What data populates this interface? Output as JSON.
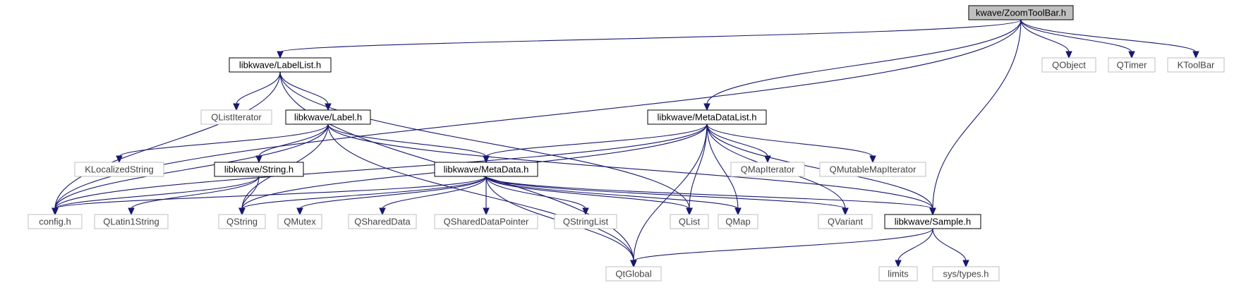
{
  "colors": {
    "edge": "#191970",
    "root_fill": "#bfbfbf",
    "external_border": "#bfbfbf"
  },
  "nodes": {
    "zoomtoolbar": {
      "label": "kwave/ZoomToolBar.h"
    },
    "labellist": {
      "label": "libkwave/LabelList.h"
    },
    "qobject": {
      "label": "QObject"
    },
    "qtimer": {
      "label": "QTimer"
    },
    "ktoolbar": {
      "label": "KToolBar"
    },
    "qlistiterator": {
      "label": "QListIterator"
    },
    "label": {
      "label": "libkwave/Label.h"
    },
    "metadatalist": {
      "label": "libkwave/MetaDataList.h"
    },
    "klocalizedstring": {
      "label": "KLocalizedString"
    },
    "string": {
      "label": "libkwave/String.h"
    },
    "metadata": {
      "label": "libkwave/MetaData.h"
    },
    "qmapiterator": {
      "label": "QMapIterator"
    },
    "qmutablemapiterator": {
      "label": "QMutableMapIterator"
    },
    "config": {
      "label": "config.h"
    },
    "qlatin1string": {
      "label": "QLatin1String"
    },
    "qstring": {
      "label": "QString"
    },
    "qmutex": {
      "label": "QMutex"
    },
    "qshareddata": {
      "label": "QSharedData"
    },
    "qshareddatapointer": {
      "label": "QSharedDataPointer"
    },
    "qstringlist": {
      "label": "QStringList"
    },
    "qlist": {
      "label": "QList"
    },
    "qmap": {
      "label": "QMap"
    },
    "qvariant": {
      "label": "QVariant"
    },
    "sample": {
      "label": "libkwave/Sample.h"
    },
    "qtglobal": {
      "label": "QtGlobal"
    },
    "limits": {
      "label": "limits"
    },
    "systypes": {
      "label": "sys/types.h"
    }
  },
  "edges": [
    [
      "zoomtoolbar",
      "labellist"
    ],
    [
      "zoomtoolbar",
      "config"
    ],
    [
      "zoomtoolbar",
      "metadatalist"
    ],
    [
      "zoomtoolbar",
      "sample"
    ],
    [
      "zoomtoolbar",
      "qobject"
    ],
    [
      "zoomtoolbar",
      "qtimer"
    ],
    [
      "zoomtoolbar",
      "ktoolbar"
    ],
    [
      "labellist",
      "config"
    ],
    [
      "labellist",
      "qtglobal"
    ],
    [
      "labellist",
      "qlistiterator"
    ],
    [
      "labellist",
      "label"
    ],
    [
      "labellist",
      "qlist"
    ],
    [
      "label",
      "config"
    ],
    [
      "label",
      "klocalizedstring"
    ],
    [
      "label",
      "string"
    ],
    [
      "label",
      "qstring"
    ],
    [
      "label",
      "qtglobal"
    ],
    [
      "label",
      "metadata"
    ],
    [
      "label",
      "sample"
    ],
    [
      "string",
      "config"
    ],
    [
      "string",
      "qlatin1string"
    ],
    [
      "string",
      "qstring"
    ],
    [
      "metadatalist",
      "config"
    ],
    [
      "metadatalist",
      "qstring"
    ],
    [
      "metadatalist",
      "metadata"
    ],
    [
      "metadatalist",
      "qlist"
    ],
    [
      "metadatalist",
      "qmap"
    ],
    [
      "metadatalist",
      "qtglobal"
    ],
    [
      "metadatalist",
      "qmapiterator"
    ],
    [
      "metadatalist",
      "qmutablemapiterator"
    ],
    [
      "metadatalist",
      "qvariant"
    ],
    [
      "metadatalist",
      "sample"
    ],
    [
      "metadata",
      "config"
    ],
    [
      "metadata",
      "qstring"
    ],
    [
      "metadata",
      "qmutex"
    ],
    [
      "metadata",
      "qshareddata"
    ],
    [
      "metadata",
      "qshareddatapointer"
    ],
    [
      "metadata",
      "qstringlist"
    ],
    [
      "metadata",
      "qlist"
    ],
    [
      "metadata",
      "qmap"
    ],
    [
      "metadata",
      "qvariant"
    ],
    [
      "metadata",
      "sample"
    ],
    [
      "metadata",
      "qtglobal"
    ],
    [
      "sample",
      "qtglobal"
    ],
    [
      "sample",
      "limits"
    ],
    [
      "sample",
      "systypes"
    ]
  ]
}
